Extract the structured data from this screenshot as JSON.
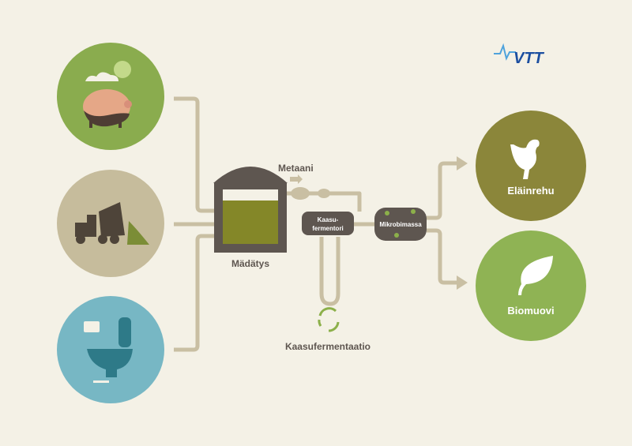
{
  "logo": {
    "text": "VTT",
    "color": "#1c4fa0",
    "accent": "#4fa3dc"
  },
  "sources": [
    {
      "name": "pig-farm",
      "icon": "pig-icon",
      "color": "#8aac4e"
    },
    {
      "name": "waste-truck",
      "icon": "garbage-truck-icon",
      "color": "#c6bc9c"
    },
    {
      "name": "toilet",
      "icon": "toilet-icon",
      "color": "#77b7c4"
    }
  ],
  "process": {
    "digester_label": "Mädätys",
    "methane_label": "Metaani",
    "gas_fermenter_label_line1": "Kaasu-",
    "gas_fermenter_label_line2": "fermentori",
    "microbial_label": "Mikrobimassa",
    "fermentation_label": "Kaasufermentaatio"
  },
  "outputs": [
    {
      "label": "Eläinrehu",
      "icon": "chicken-icon",
      "color": "#8b863a"
    },
    {
      "label": "Biomuovi",
      "icon": "leaf-icon",
      "color": "#8fb354"
    }
  ],
  "colors": {
    "pipe": "#c9bfa3",
    "dark": "#5e5650",
    "sludge": "#848728",
    "green": "#8cb04a"
  }
}
